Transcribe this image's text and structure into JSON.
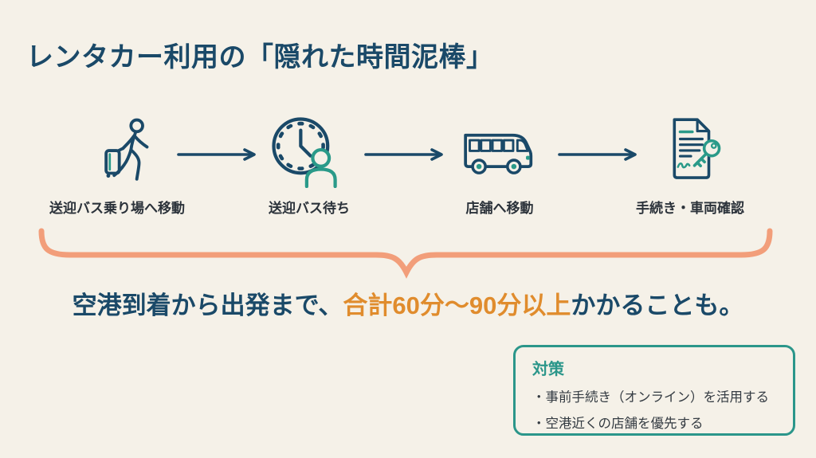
{
  "slide": {
    "title": "レンタカー利用の「隠れた時間泥棒」"
  },
  "colors": {
    "background": "#f5f1e8",
    "navy": "#1a4968",
    "teal": "#2a9a89",
    "orange_highlight": "#e08c2d",
    "salmon_brace": "#f29e7a",
    "label_dark": "#2b323a"
  },
  "flow": {
    "steps": [
      {
        "label": "送迎バス乗り場へ移動",
        "icon": "walking-traveler-with-luggage-icon"
      },
      {
        "label": "送迎バス待ち",
        "icon": "waiting-clock-person-icon"
      },
      {
        "label": "店舗へ移動",
        "icon": "shuttle-bus-icon"
      },
      {
        "label": "手続き・車両確認",
        "icon": "contract-document-key-icon"
      }
    ],
    "arrow_icon": "right-arrow-icon"
  },
  "summary": {
    "prefix": "空港到着から出発まで、",
    "highlight": "合計60分〜90分以上",
    "suffix": "かかることも。"
  },
  "countermeasures": {
    "title": "対策",
    "items": [
      "・事前手続き（オンライン）を活用する",
      "・空港近くの店舗を優先する"
    ]
  }
}
